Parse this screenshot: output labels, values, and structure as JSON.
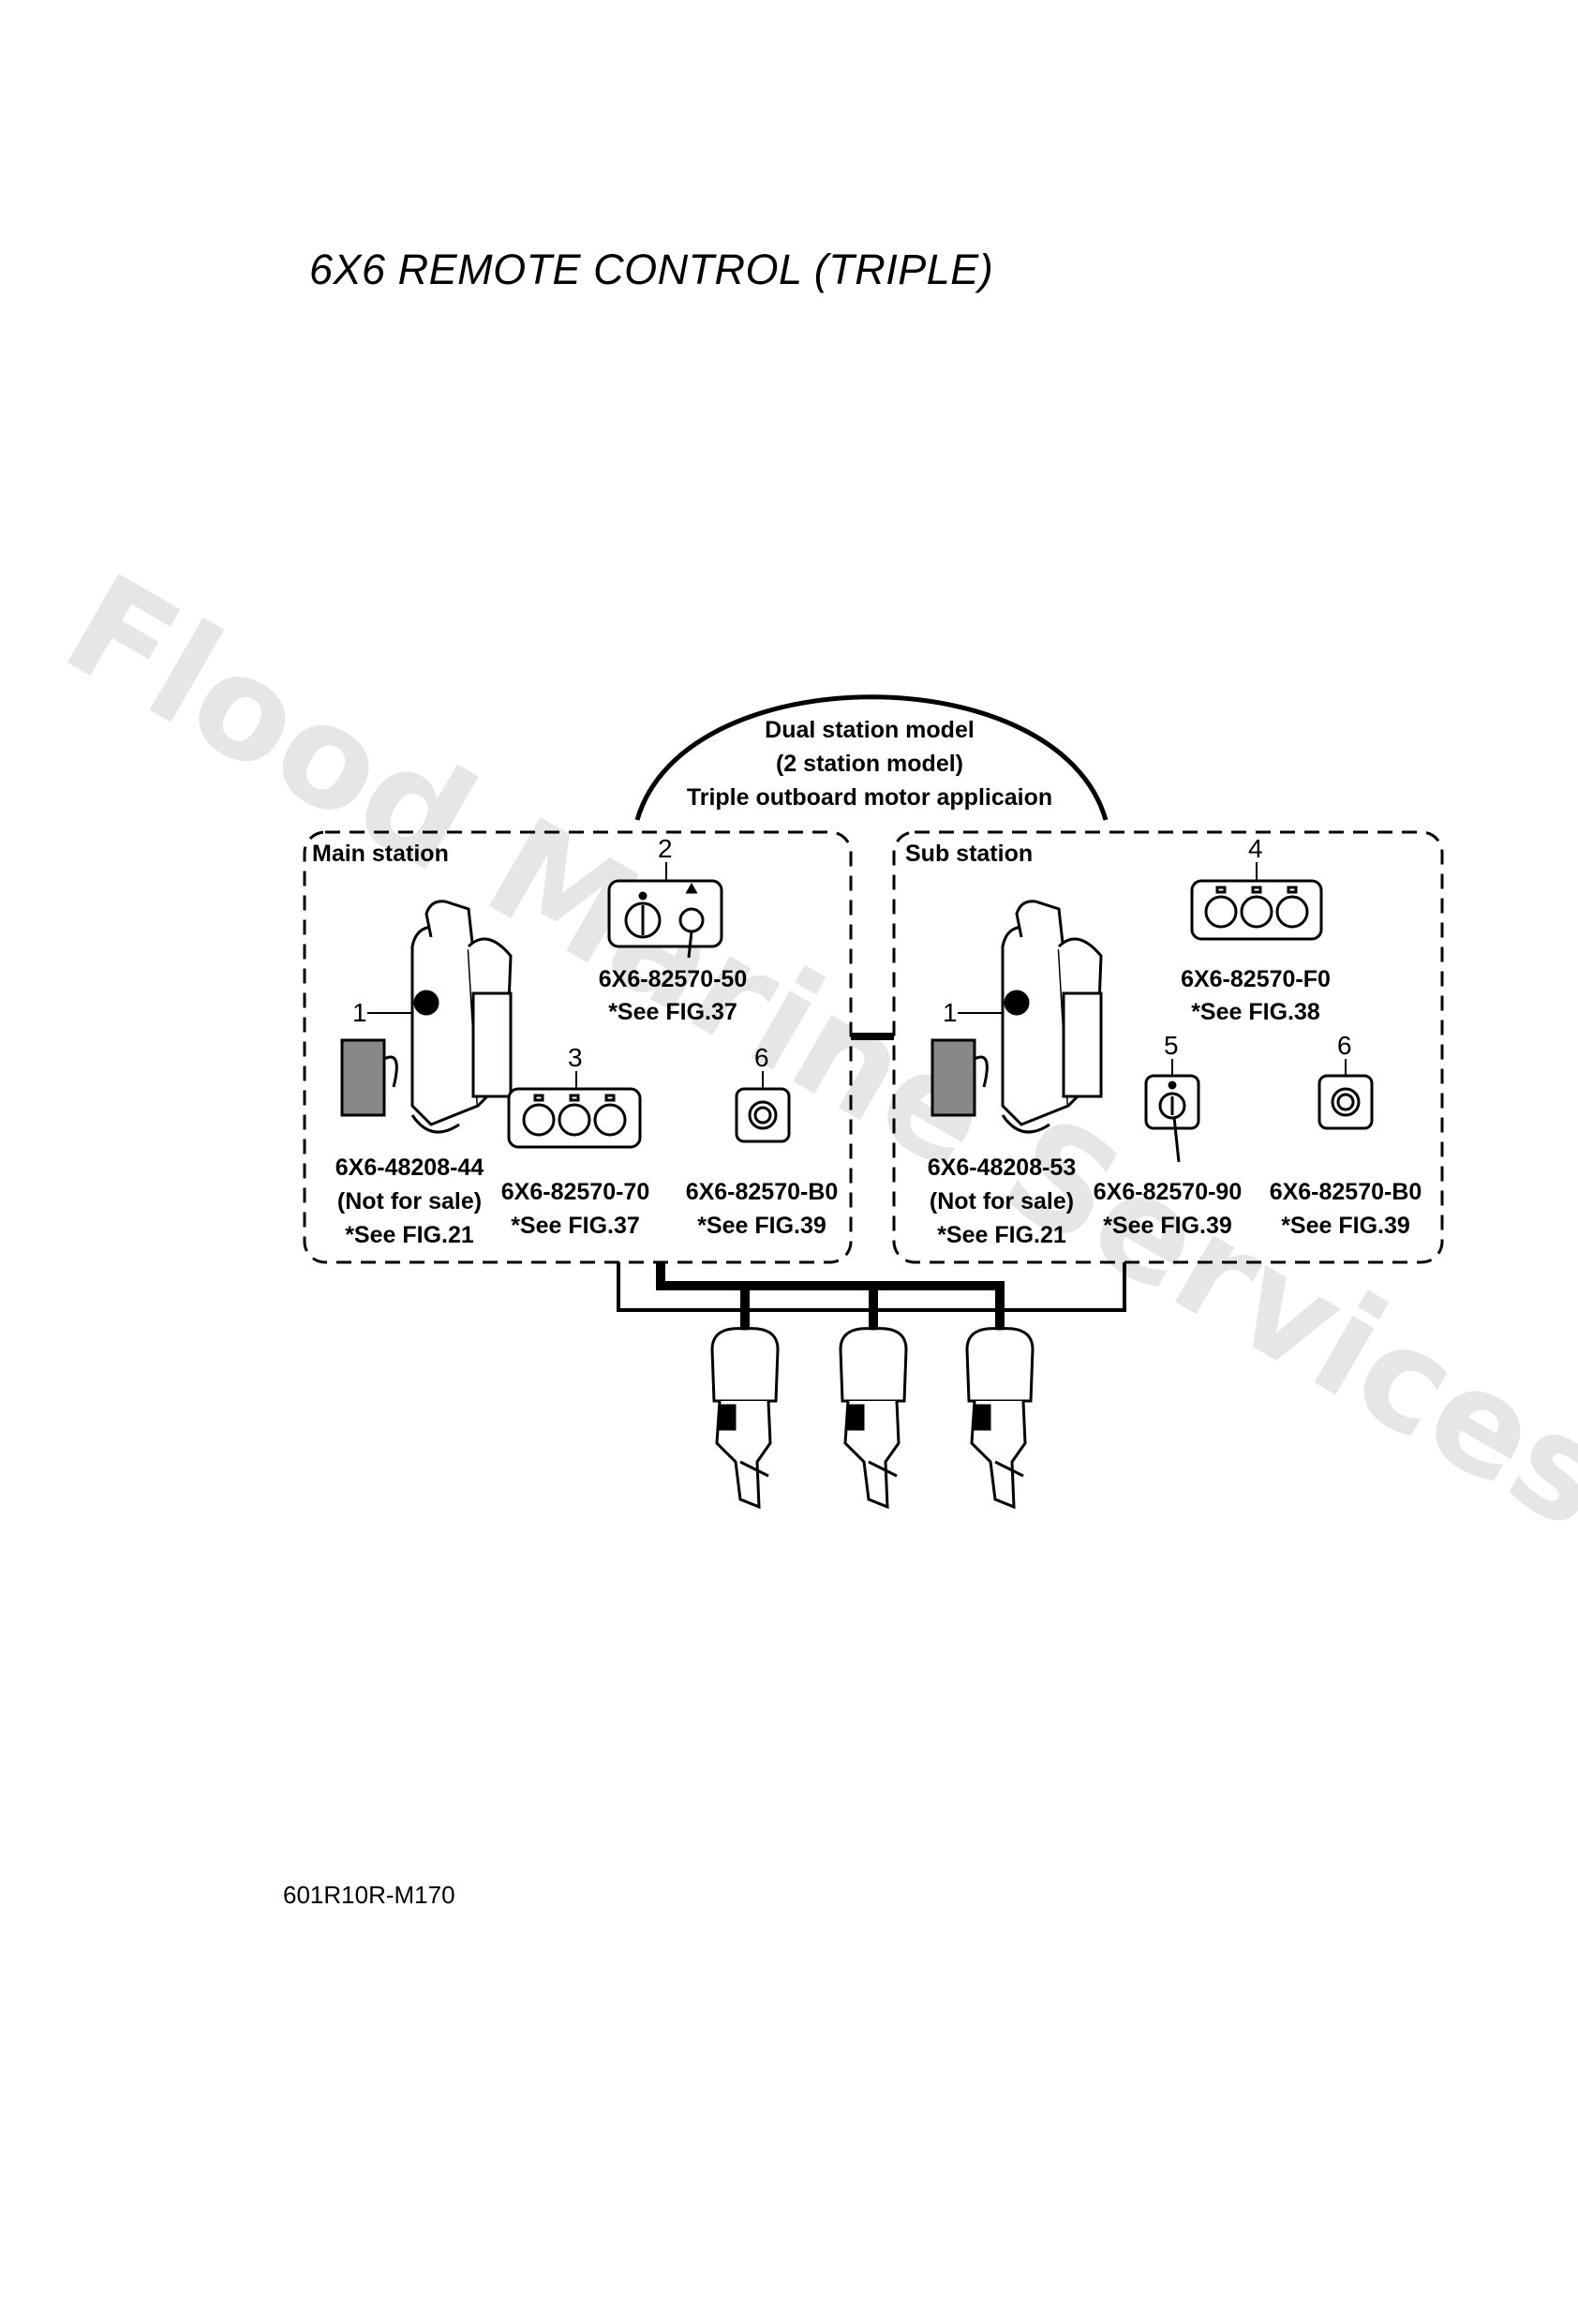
{
  "page_title": "6X6 REMOTE CONTROL (TRIPLE)",
  "figure_code": "601R10R-M170",
  "watermark": "Flood Marine Services",
  "arch_label": [
    "Dual station model",
    "(2 station model)",
    "Triple outboard motor applicaion"
  ],
  "main_station": {
    "title": "Main station",
    "callouts": [
      "1",
      "2",
      "3",
      "6"
    ],
    "part_2": [
      "6X6-82570-50",
      "*See FIG.37"
    ],
    "part_1": [
      "6X6-48208-44",
      "(Not for sale)",
      "*See FIG.21"
    ],
    "part_3": [
      "6X6-82570-70",
      "*See FIG.37"
    ],
    "part_6": [
      "6X6-82570-B0",
      "*See FIG.39"
    ]
  },
  "sub_station": {
    "title": "Sub station",
    "callouts": [
      "1",
      "4",
      "5",
      "6"
    ],
    "part_4": [
      "6X6-82570-F0",
      "*See FIG.38"
    ],
    "part_1": [
      "6X6-48208-53",
      "(Not for sale)",
      "*See FIG.21"
    ],
    "part_5": [
      "6X6-82570-90",
      "*See FIG.39"
    ],
    "part_6": [
      "6X6-82570-B0",
      "*See FIG.39"
    ]
  }
}
